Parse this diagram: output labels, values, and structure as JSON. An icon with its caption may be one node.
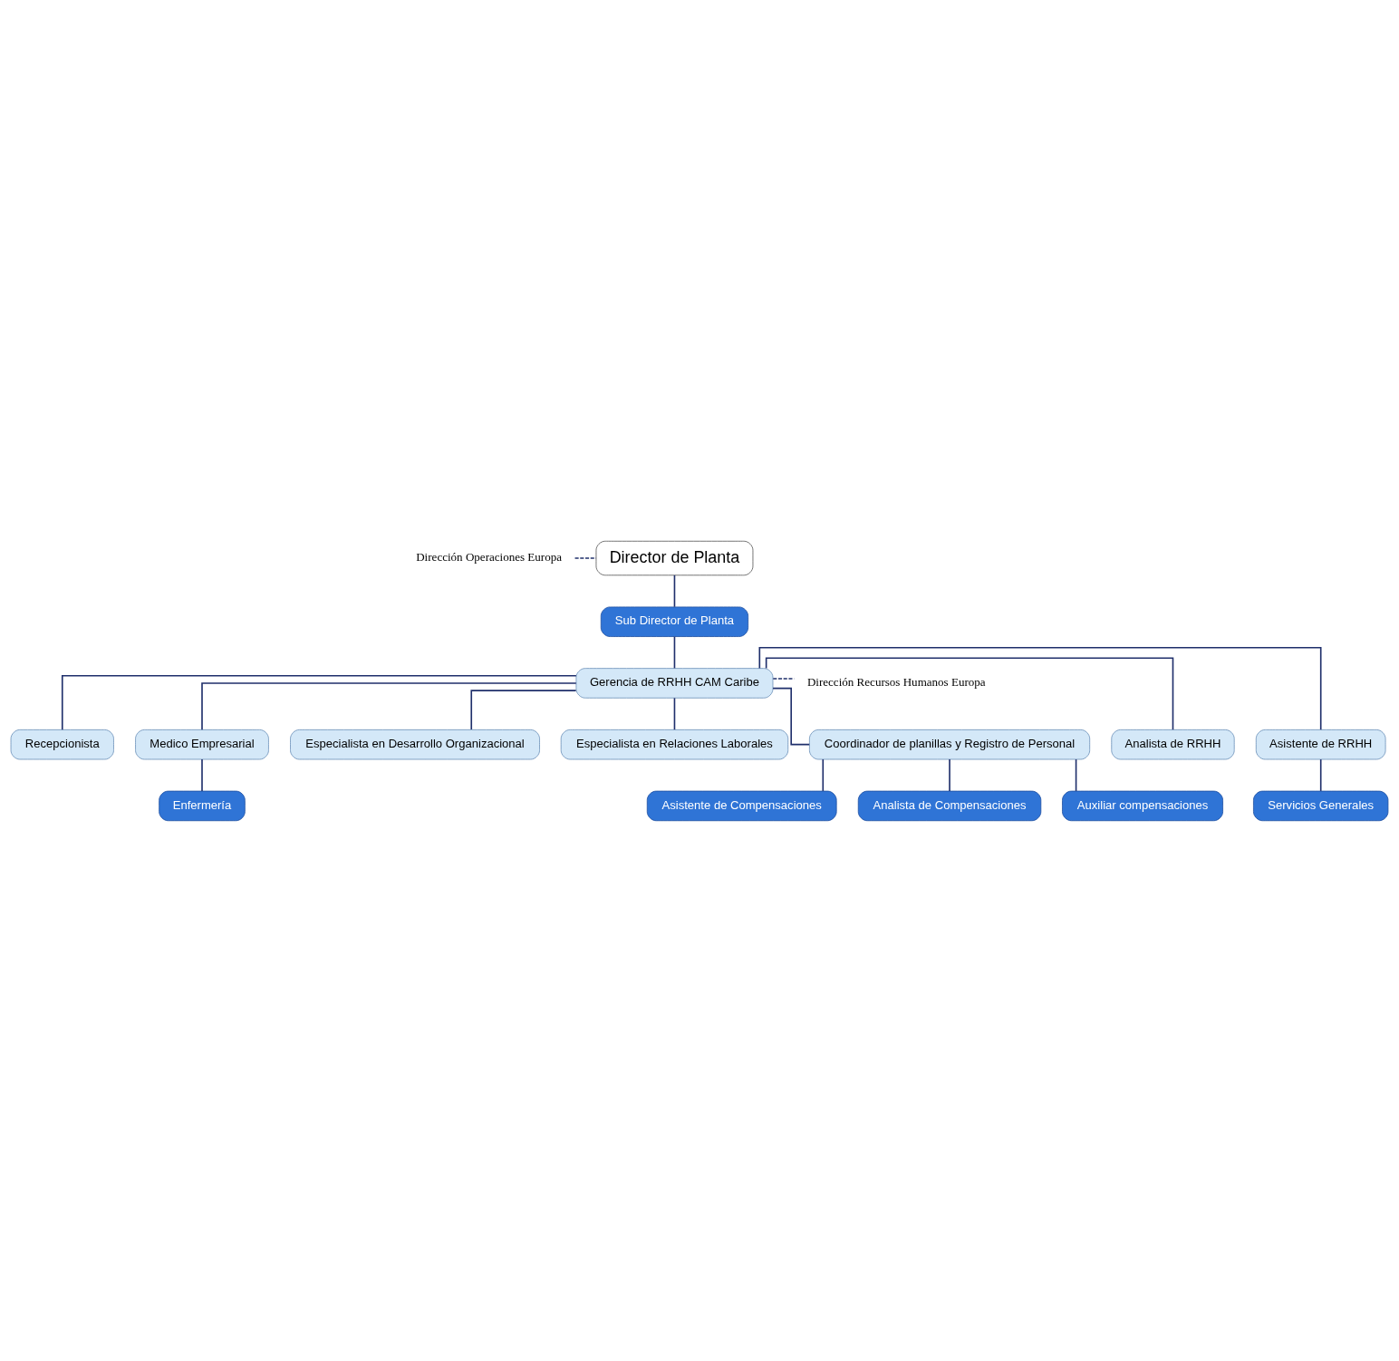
{
  "diagram": {
    "nodes": [
      {
        "text": [
          "Dirección Operaciones Europa"
        ]
      },
      {
        "text": [
          "Director de Planta"
        ]
      },
      {
        "text": [
          "Sub Director de Planta"
        ]
      },
      {
        "text": [
          "Dirección Recursos Humanos Europa"
        ]
      },
      {
        "text": [
          "Gerencia de RRHH CAM Caribe"
        ]
      },
      {
        "text": [
          "Recepcionista"
        ]
      },
      {
        "text": [
          "Medico Empresarial"
        ]
      },
      {
        "text": [
          "Especialista en Desarrollo Organizacional"
        ]
      },
      {
        "text": [
          "Especialista en Relaciones Laborales"
        ]
      },
      {
        "text": [
          "Coordinador de planillas y Registro de Personal"
        ]
      },
      {
        "text": [
          "Enfermería"
        ]
      },
      {
        "text": [
          "Analista de RRHH"
        ]
      },
      {
        "text": [
          "Asistente de RRHH"
        ]
      },
      {
        "text": [
          "Asistente de Compensaciones"
        ]
      },
      {
        "text": [
          "Analista de Compensaciones"
        ]
      },
      {
        "text": [
          "Auxiliar compensaciones"
        ]
      },
      {
        "text": [
          "Servicios Generales"
        ]
      }
    ],
    "edges": [
      {
        "from": 0,
        "to": 1,
        "arrow": "none",
        "style": "dashed"
      },
      {
        "from": 1,
        "to": 2,
        "arrow": "none"
      },
      {
        "from": 2,
        "to": 4,
        "arrow": "none"
      },
      {
        "from": 4,
        "to": 3,
        "arrow": "none",
        "style": "dashed"
      },
      {
        "from": 4,
        "to": 5,
        "arrow": "none"
      },
      {
        "from": 4,
        "to": 6,
        "arrow": "none"
      },
      {
        "from": 4,
        "to": 7,
        "arrow": "none"
      },
      {
        "from": 4,
        "to": 11,
        "arrow": "none"
      },
      {
        "from": 4,
        "to": 12,
        "arrow": "none"
      },
      {
        "from": 4,
        "to": 8,
        "arrow": "none"
      },
      {
        "from": 4,
        "to": 9,
        "arrow": "none"
      },
      {
        "from": 6,
        "to": 10,
        "arrow": "none"
      },
      {
        "from": 9,
        "to": 13,
        "arrow": "none"
      },
      {
        "from": 9,
        "to": 14,
        "arrow": "none"
      },
      {
        "from": 9,
        "to": 15,
        "arrow": "none"
      },
      {
        "from": 12,
        "to": 16,
        "arrow": "none"
      }
    ]
  }
}
